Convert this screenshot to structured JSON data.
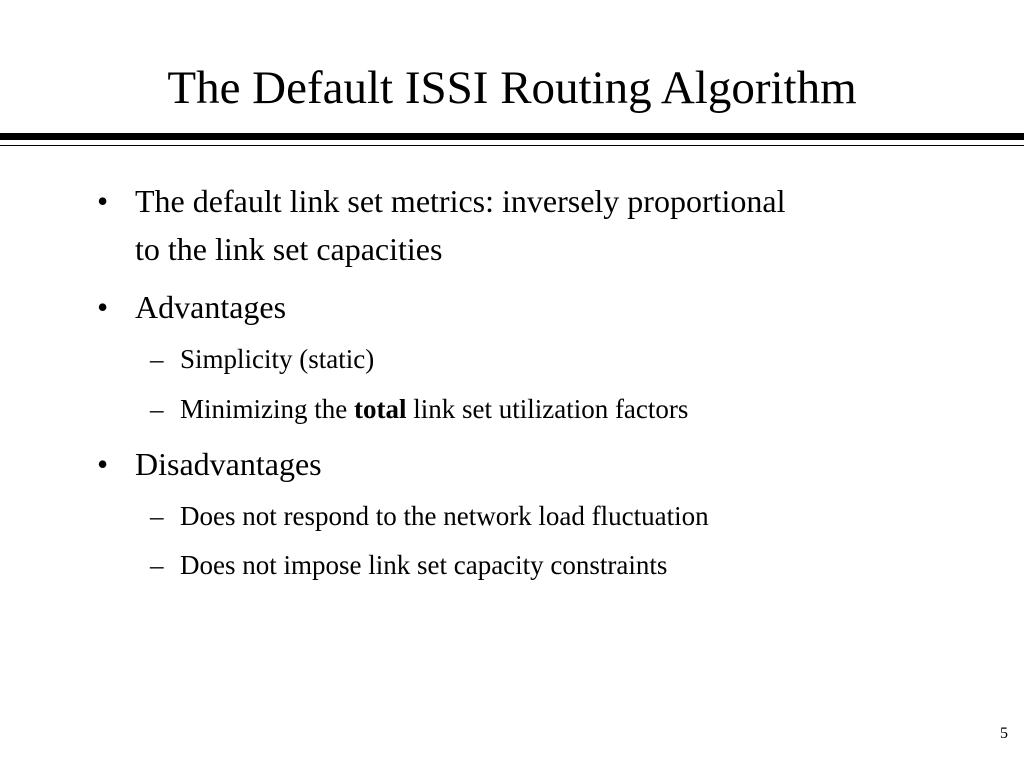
{
  "slide": {
    "title": "The Default ISSI Routing Algorithm",
    "bullet_char": "•",
    "dash_char": "–",
    "items": [
      {
        "line1": "The default link set metrics: inversely proportional",
        "line2": "to the link set capacities"
      },
      {
        "text": "Advantages",
        "subitems": [
          {
            "text": "Simplicity (static)"
          },
          {
            "before": "Minimizing the ",
            "bold": "total",
            "after": " link set utilization factors"
          }
        ]
      },
      {
        "text": "Disadvantages",
        "subitems": [
          {
            "text": "Does not respond to the network load fluctuation"
          },
          {
            "text": "Does not impose link set capacity constraints"
          }
        ]
      }
    ],
    "page_number": "5"
  }
}
